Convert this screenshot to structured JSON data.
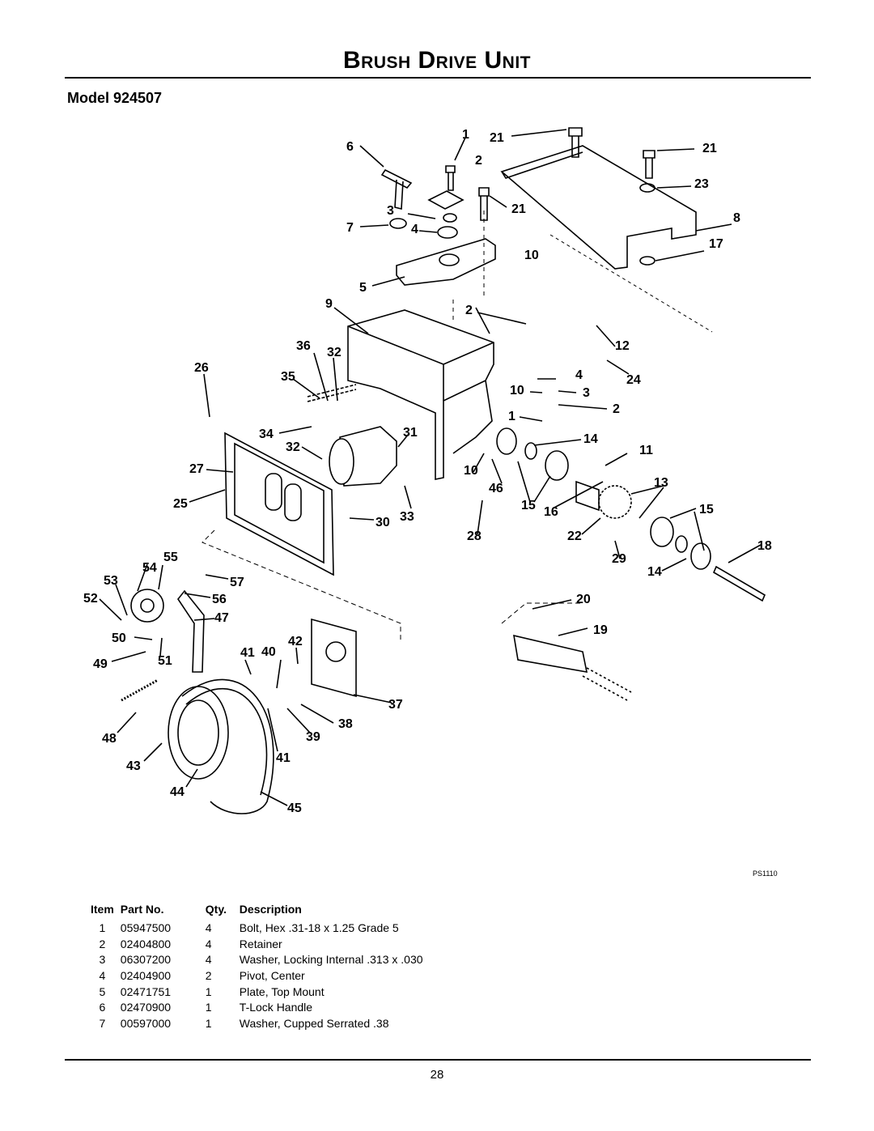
{
  "page": {
    "title": "Brush Drive Unit",
    "model": "Model 924507",
    "figure_code": "PS1110",
    "page_number": "28"
  },
  "parts_table": {
    "headers": [
      "Item",
      "Part No.",
      "Qty.",
      "Description"
    ],
    "rows": [
      {
        "item": "1",
        "part_no": "05947500",
        "qty": "4",
        "description": "Bolt, Hex .31-18 x 1.25 Grade 5"
      },
      {
        "item": "2",
        "part_no": "02404800",
        "qty": "4",
        "description": "Retainer"
      },
      {
        "item": "3",
        "part_no": "06307200",
        "qty": "4",
        "description": "Washer, Locking Internal .313 x .030"
      },
      {
        "item": "4",
        "part_no": "02404900",
        "qty": "2",
        "description": "Pivot, Center"
      },
      {
        "item": "5",
        "part_no": "02471751",
        "qty": "1",
        "description": "Plate, Top Mount"
      },
      {
        "item": "6",
        "part_no": "02470900",
        "qty": "1",
        "description": "T-Lock Handle"
      },
      {
        "item": "7",
        "part_no": "00597000",
        "qty": "1",
        "description": "Washer, Cupped Serrated .38"
      }
    ]
  },
  "callouts": [
    "1",
    "21",
    "6",
    "2",
    "21",
    "23",
    "3",
    "21",
    "7",
    "4",
    "8",
    "17",
    "10",
    "5",
    "9",
    "2",
    "12",
    "36",
    "32",
    "26",
    "35",
    "4",
    "24",
    "10",
    "3",
    "2",
    "1",
    "34",
    "31",
    "14",
    "11",
    "32",
    "27",
    "10",
    "13",
    "46",
    "25",
    "15",
    "16",
    "15",
    "30",
    "33",
    "28",
    "22",
    "18",
    "55",
    "54",
    "29",
    "53",
    "14",
    "57",
    "52",
    "56",
    "20",
    "47",
    "50",
    "42",
    "19",
    "49",
    "51",
    "41",
    "40",
    "37",
    "38",
    "48",
    "39",
    "41",
    "43",
    "44",
    "45"
  ]
}
